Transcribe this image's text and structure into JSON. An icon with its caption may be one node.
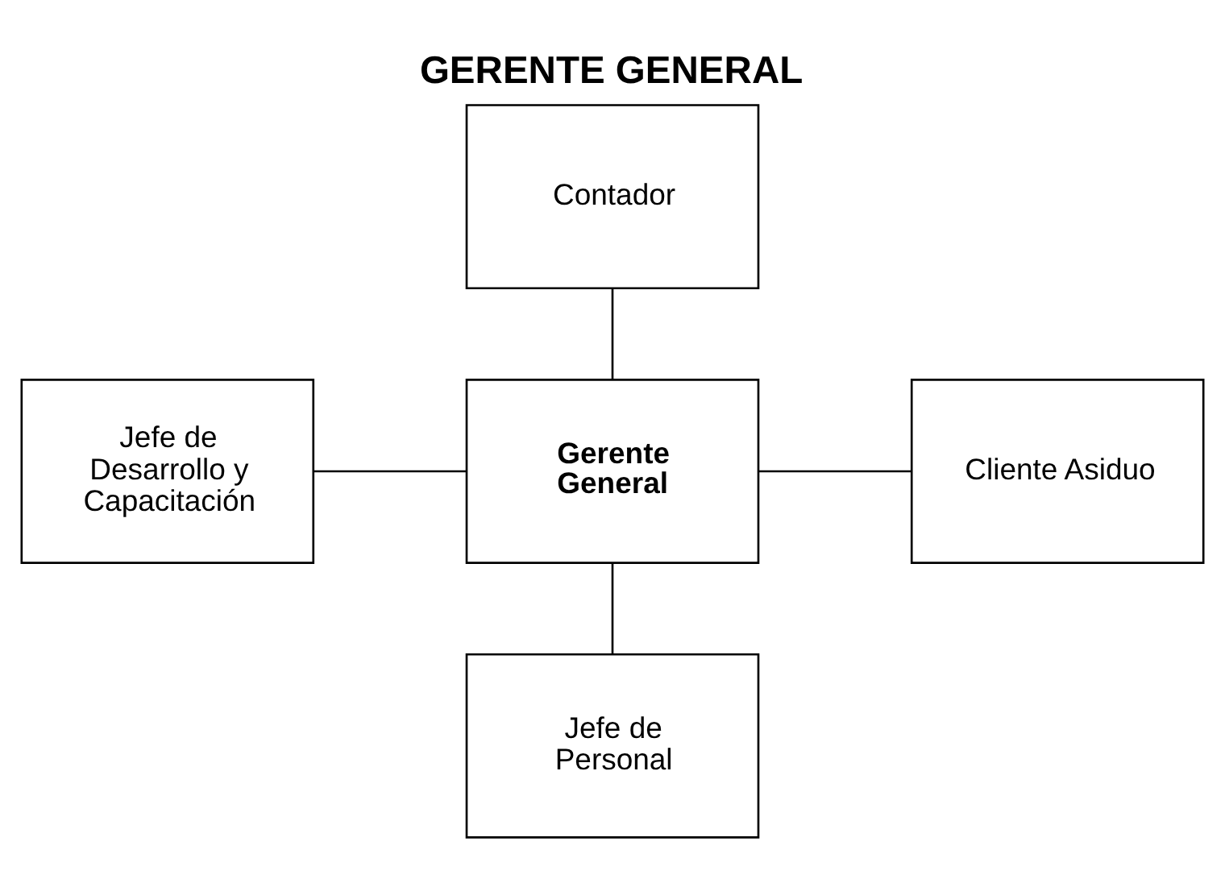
{
  "diagram": {
    "title": "GERENTE GENERAL",
    "nodes": [
      {
        "text": [
          "Contador"
        ]
      },
      {
        "text": [
          "Jefe de Desarrollo y Capacitación"
        ]
      },
      {
        "text": [
          "Gerente General"
        ]
      },
      {
        "text": [
          "Cliente Asiduo"
        ]
      },
      {
        "text": [
          "Jefe de Personal"
        ]
      }
    ],
    "edges": [
      {
        "from": 0,
        "to": 2,
        "arrow": "none"
      },
      {
        "from": 1,
        "to": 2,
        "arrow": "none"
      },
      {
        "from": 2,
        "to": 3,
        "arrow": "none"
      },
      {
        "from": 2,
        "to": 4,
        "arrow": "none"
      }
    ]
  }
}
